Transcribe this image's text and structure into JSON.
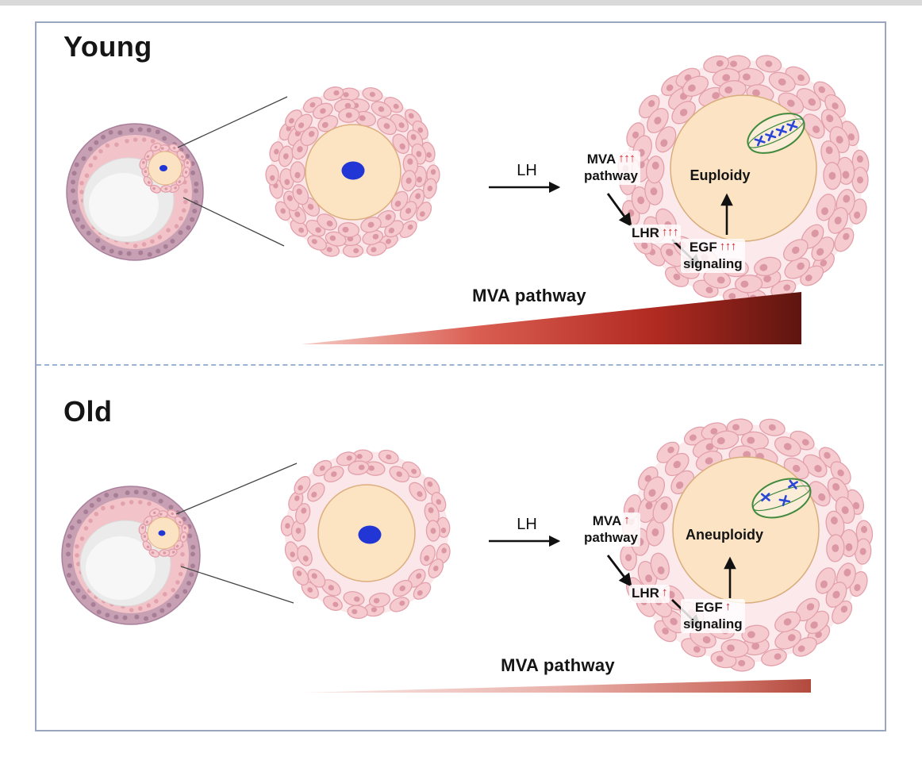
{
  "young": {
    "title": "Young",
    "lh": "LH",
    "mva_line1": "MVA",
    "mva_line2": "pathway",
    "mva_arrows": "↑↑↑",
    "lhr": "LHR",
    "lhr_arrows": "↑↑↑",
    "egf_line1": "EGF",
    "egf_line2": "signaling",
    "egf_arrows": "↑↑↑",
    "ploidy": "Euploidy",
    "wedge_label": "MVA pathway"
  },
  "old": {
    "title": "Old",
    "lh": "LH",
    "mva_line1": "MVA",
    "mva_line2": "pathway",
    "mva_arrows": "↑",
    "lhr": "LHR",
    "lhr_arrows": "↑",
    "egf_line1": "EGF",
    "egf_line2": "signaling",
    "egf_arrows": "↑",
    "ploidy": "Aneuploidy",
    "wedge_label": "MVA pathway"
  },
  "colors": {
    "red_arrow_accent": "#d6232a",
    "wedge_dark_red": "#5e150f",
    "wedge_mid_red": "#b22b22",
    "cumulus_cell_pink": "#f6cbd0",
    "cell_outline_pink": "#e2a0ab",
    "oocyte_beige": "#fce4c2",
    "nucleolus_blue": "#2136d4",
    "spindle_green": "#418a3e",
    "follicle_outer_mauve": "#c7a0b4",
    "frame_border": "#9aa6c0",
    "divider_dash_blue": "#9db3d4"
  }
}
